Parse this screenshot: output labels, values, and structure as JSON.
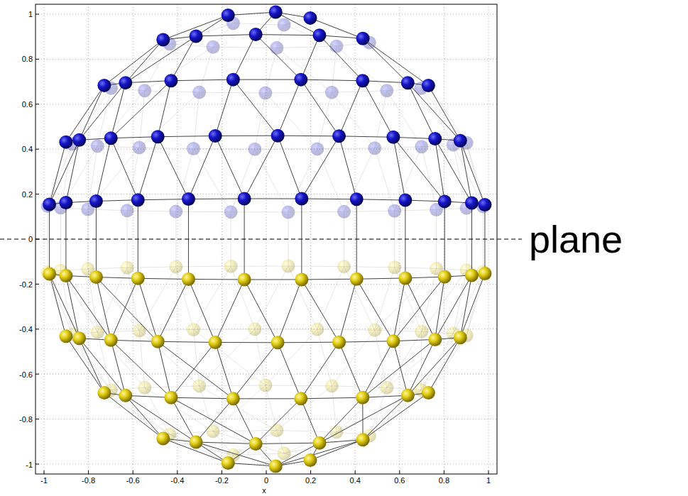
{
  "diagram": {
    "labels": [
      "1",
      "0.8",
      "0.6",
      "0.4",
      "0.2",
      "0",
      "-0.2",
      "-0.4",
      "-0.6",
      "-0.8",
      "-1",
      "plane",
      "-1",
      "-0.8",
      "-0.6",
      "-0.4",
      "-0.2",
      "0",
      "0.2",
      "0.4",
      "0.6",
      "0.8",
      "1",
      "x"
    ]
  }
}
